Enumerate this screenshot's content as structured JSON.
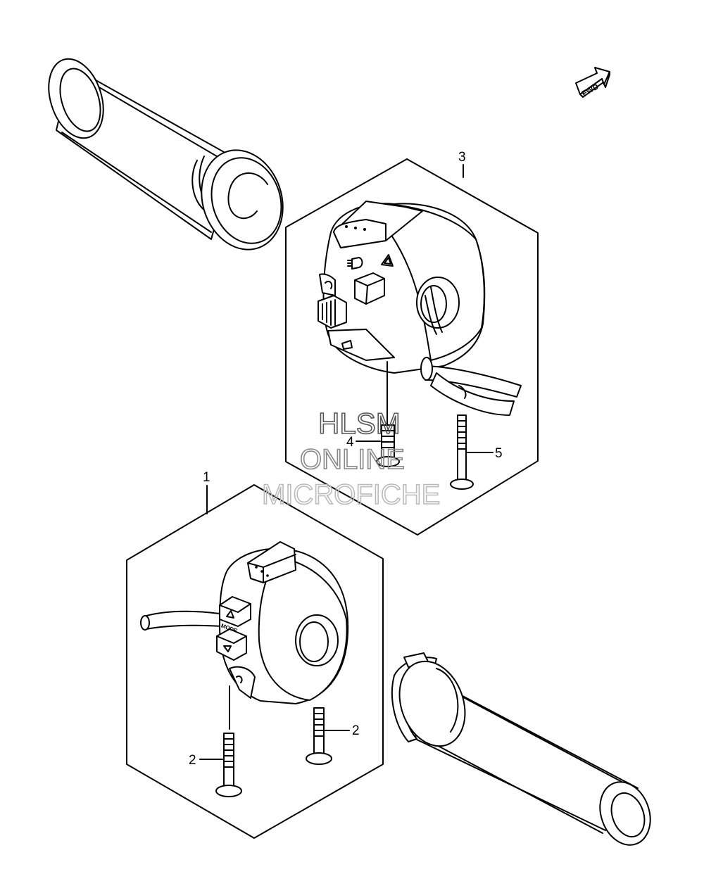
{
  "fwd_arrow": {
    "label": "FWD"
  },
  "callouts": [
    {
      "id": "1",
      "label": "1"
    },
    {
      "id": "2a",
      "label": "2"
    },
    {
      "id": "2b",
      "label": "2"
    },
    {
      "id": "3",
      "label": "3"
    },
    {
      "id": "4",
      "label": "4"
    },
    {
      "id": "5",
      "label": "5"
    }
  ],
  "left_switch": {
    "mode_label": "MODE"
  },
  "watermark": {
    "line1": "HLSM",
    "line2": "ONLINE",
    "line3": "MICROFICHE",
    "color1": "#555555",
    "color2": "#888888",
    "color3": "#bbbbbb"
  }
}
